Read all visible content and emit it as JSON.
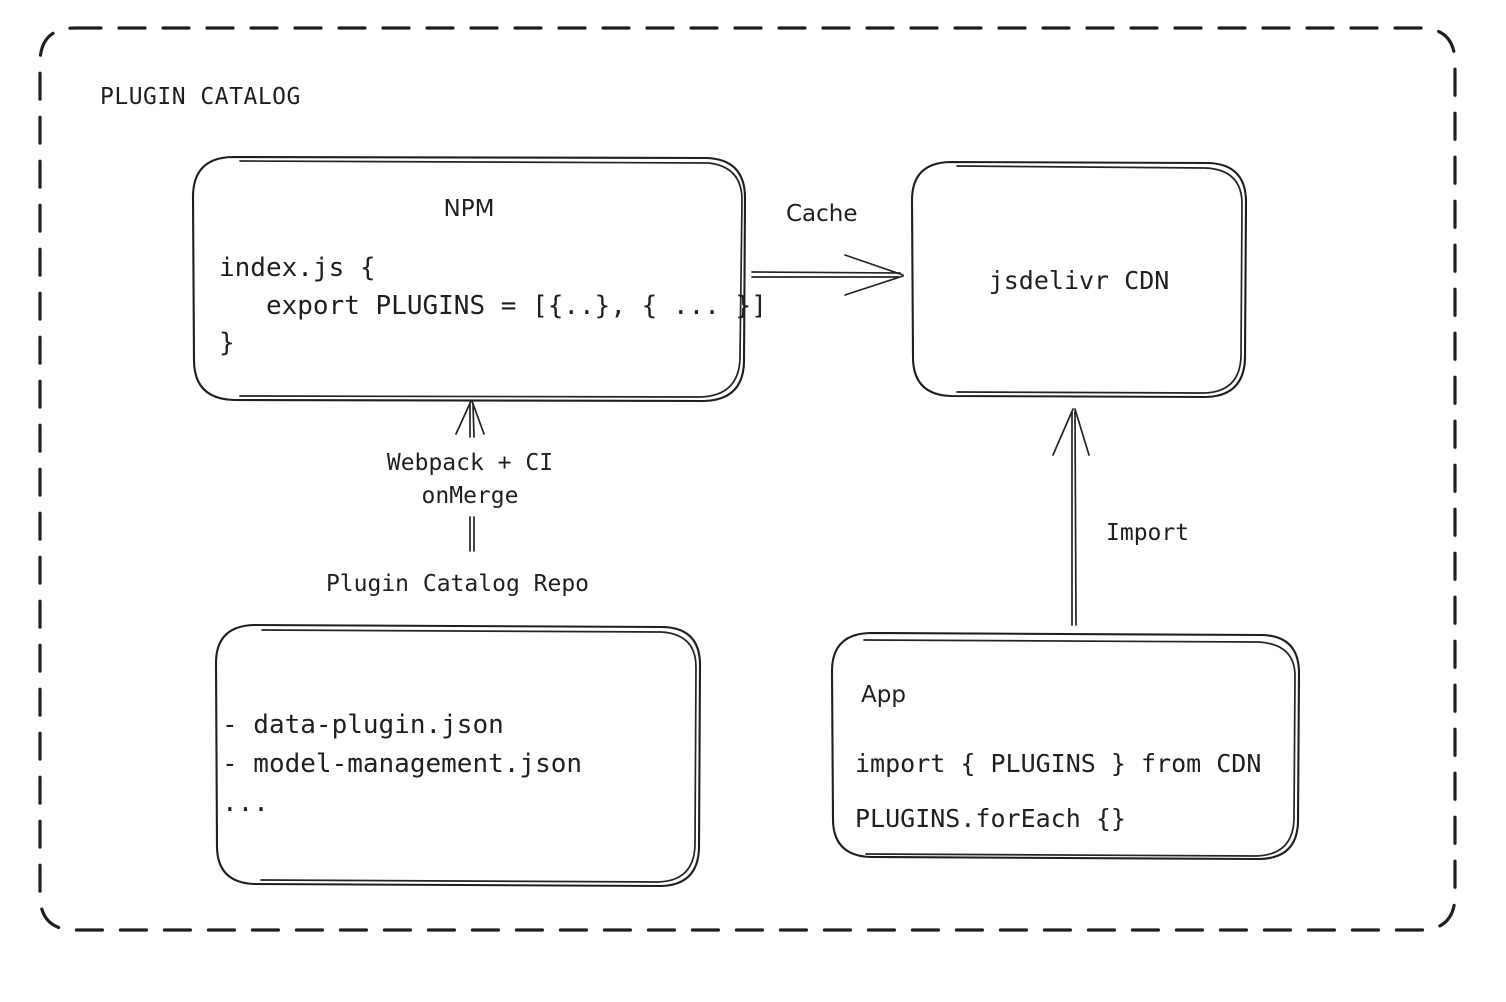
{
  "diagram": {
    "type": "architecture-flow",
    "group": {
      "label": "PLUGIN CATALOG",
      "border_style": "dashed-rounded",
      "color": "#1f1f1f"
    },
    "nodes": {
      "npm": {
        "title": "NPM",
        "code_lines": [
          "index.js {",
          "   export PLUGINS = [{..}, { ... }]",
          "}"
        ]
      },
      "cdn": {
        "title": "jsdelivr CDN"
      },
      "repo": {
        "label": "Plugin Catalog Repo",
        "items": [
          "- data-plugin.json",
          "- model-management.json",
          "..."
        ]
      },
      "app": {
        "title": "App",
        "code_lines": [
          "import { PLUGINS } from CDN",
          "PLUGINS.forEach {}"
        ]
      }
    },
    "edges": {
      "npm_to_cdn": {
        "label": "Cache",
        "from": "npm",
        "to": "cdn",
        "direction": "right"
      },
      "repo_to_npm": {
        "label": "Webpack + CI\nonMerge",
        "label_line1": "Webpack + CI",
        "label_line2": "onMerge",
        "from": "repo",
        "to": "npm",
        "direction": "up"
      },
      "app_to_cdn": {
        "label": "Import",
        "from": "app",
        "to": "cdn",
        "direction": "up"
      }
    }
  },
  "colors": {
    "ink": "#1f1f1f",
    "background": "#ffffff"
  }
}
